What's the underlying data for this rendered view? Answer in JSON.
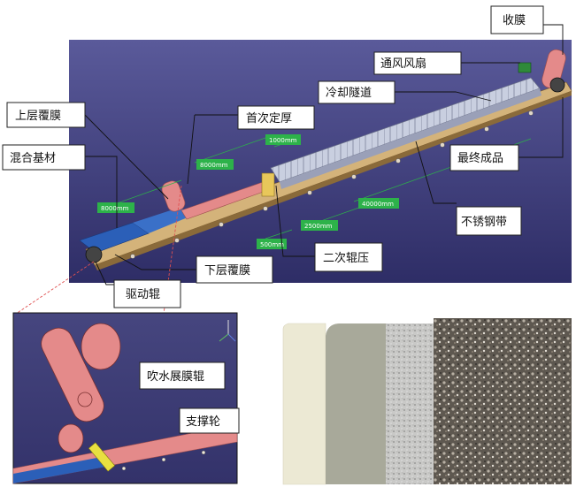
{
  "labels": {
    "film_take_up": "收膜",
    "fan": "通风风扇",
    "cooling_tunnel": "冷却隧道",
    "upper_film": "上层覆膜",
    "first_thickness": "首次定厚",
    "mixed_base": "混合基材",
    "final_product": "最终成品",
    "stainless_belt": "不锈钢带",
    "second_roll": "二次辊压",
    "lower_film": "下层覆膜",
    "drive_roller": "驱动辊",
    "blow_roller": "吹水展膜辊",
    "support_wheel": "支撑轮"
  },
  "dimensions": {
    "d1000": "1000mm",
    "d8000a": "8000mm",
    "d8000b": "8000mm",
    "d2500": "2500mm",
    "d40000": "40000mm",
    "d500": "500mm"
  },
  "colors": {
    "scene_bg": "#3e3d7e",
    "belt": "#c9a66b",
    "film": "#e48a8a",
    "tunnel": "#c9cfe0",
    "base_material": "#2b5fb8",
    "dim_box": "#2db24a"
  }
}
